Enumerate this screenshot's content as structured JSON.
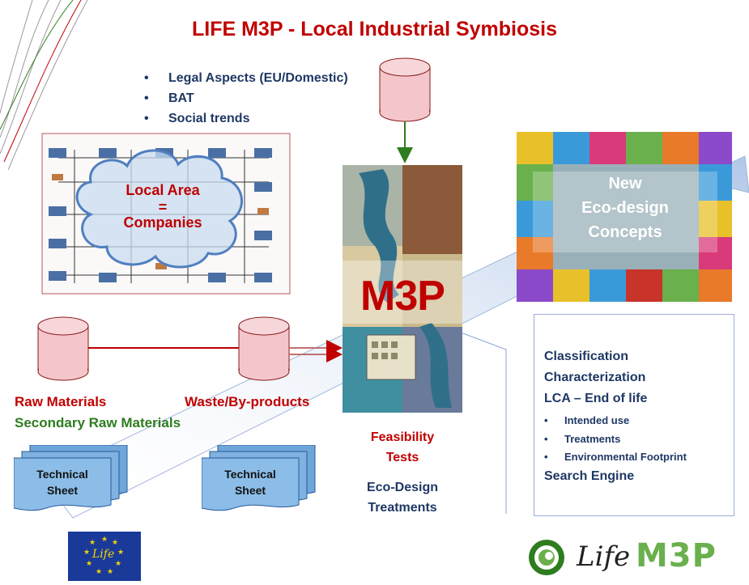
{
  "title": "LIFE M3P - Local Industrial Symbiosis",
  "bullets": [
    "Legal Aspects (EU/Domestic)",
    "BAT",
    "Social trends"
  ],
  "local_area": {
    "line1": "Local Area",
    "line2": "=",
    "line3": "Companies"
  },
  "center": {
    "label": "M3P"
  },
  "raw_materials": "Raw Materials",
  "secondary_raw_materials": "Secondary Raw Materials",
  "waste_byproducts": "Waste/By-products",
  "sheet1": {
    "line1": "Technical",
    "line2": "Sheet"
  },
  "sheet2": {
    "line1": "Technical",
    "line2": "Sheet"
  },
  "feasibility": {
    "line1": "Feasibility",
    "line2": "Tests"
  },
  "ecodesign": {
    "line1": "Eco-Design",
    "line2": "Treatments"
  },
  "new_concepts": {
    "line1": "New",
    "line2": "Eco-design",
    "line3": "Concepts"
  },
  "info": {
    "classification": "Classification",
    "characterization": "Characterization",
    "lca": "LCA – End of life",
    "sub": [
      "Intended use",
      "Treatments",
      "Environmental Footprint"
    ],
    "search": "Search Engine"
  },
  "logos": {
    "eu_life": "Life",
    "brand_script": "Life",
    "brand_bold": "M3P"
  },
  "colors": {
    "title_red": "#c00000",
    "navy": "#1f3864",
    "green": "#2e7d1f",
    "cylinder": "#f4c6cb",
    "sheet": "#6fa6d9"
  }
}
